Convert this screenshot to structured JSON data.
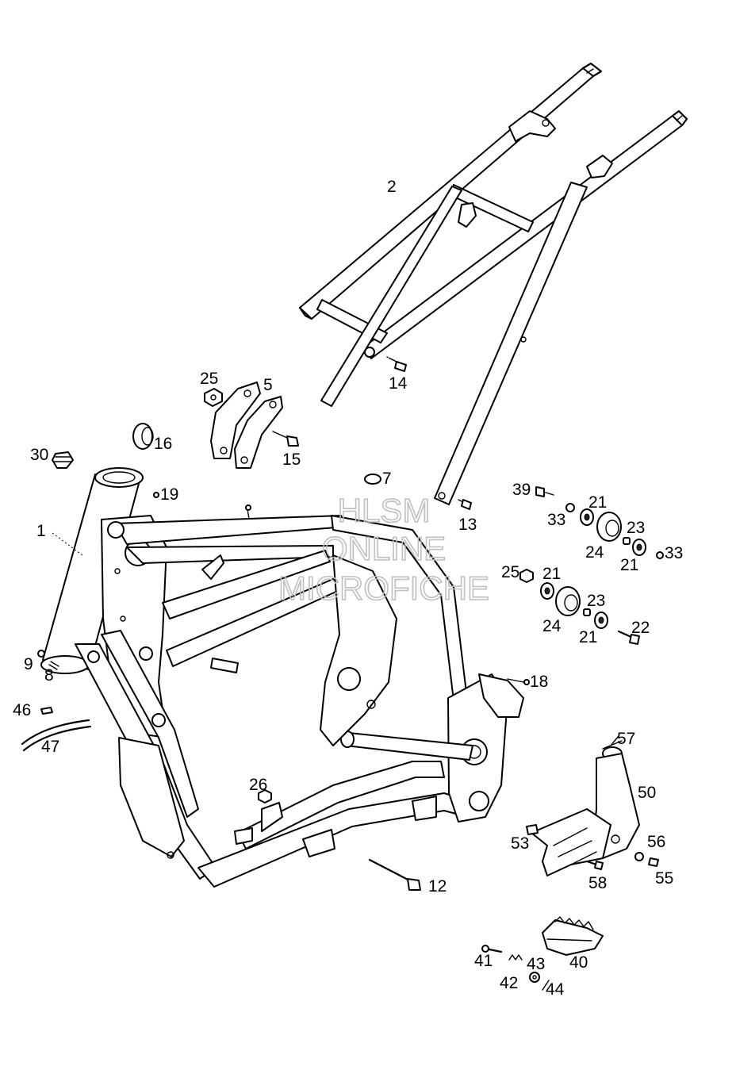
{
  "watermark": {
    "line1": "HLSM",
    "line2": "ONLINE",
    "line3": "MICROFICHE"
  },
  "labels": {
    "l1": "1",
    "l2": "2",
    "l5": "5",
    "l7": "7",
    "l8": "8",
    "l9": "9",
    "l12": "12",
    "l13": "13",
    "l14": "14",
    "l15": "15",
    "l16": "16",
    "l18": "18",
    "l19": "19",
    "l21a": "21",
    "l21b": "21",
    "l21c": "21",
    "l21d": "21",
    "l22": "22",
    "l23a": "23",
    "l23b": "23",
    "l24a": "24",
    "l24b": "24",
    "l25a": "25",
    "l25b": "25",
    "l26": "26",
    "l30": "30",
    "l33a": "33",
    "l33b": "33",
    "l39": "39",
    "l40": "40",
    "l41": "41",
    "l42": "42",
    "l43": "43",
    "l44": "44",
    "l46": "46",
    "l47": "47",
    "l50": "50",
    "l53": "53",
    "l55": "55",
    "l56": "56",
    "l57": "57",
    "l58": "58"
  }
}
